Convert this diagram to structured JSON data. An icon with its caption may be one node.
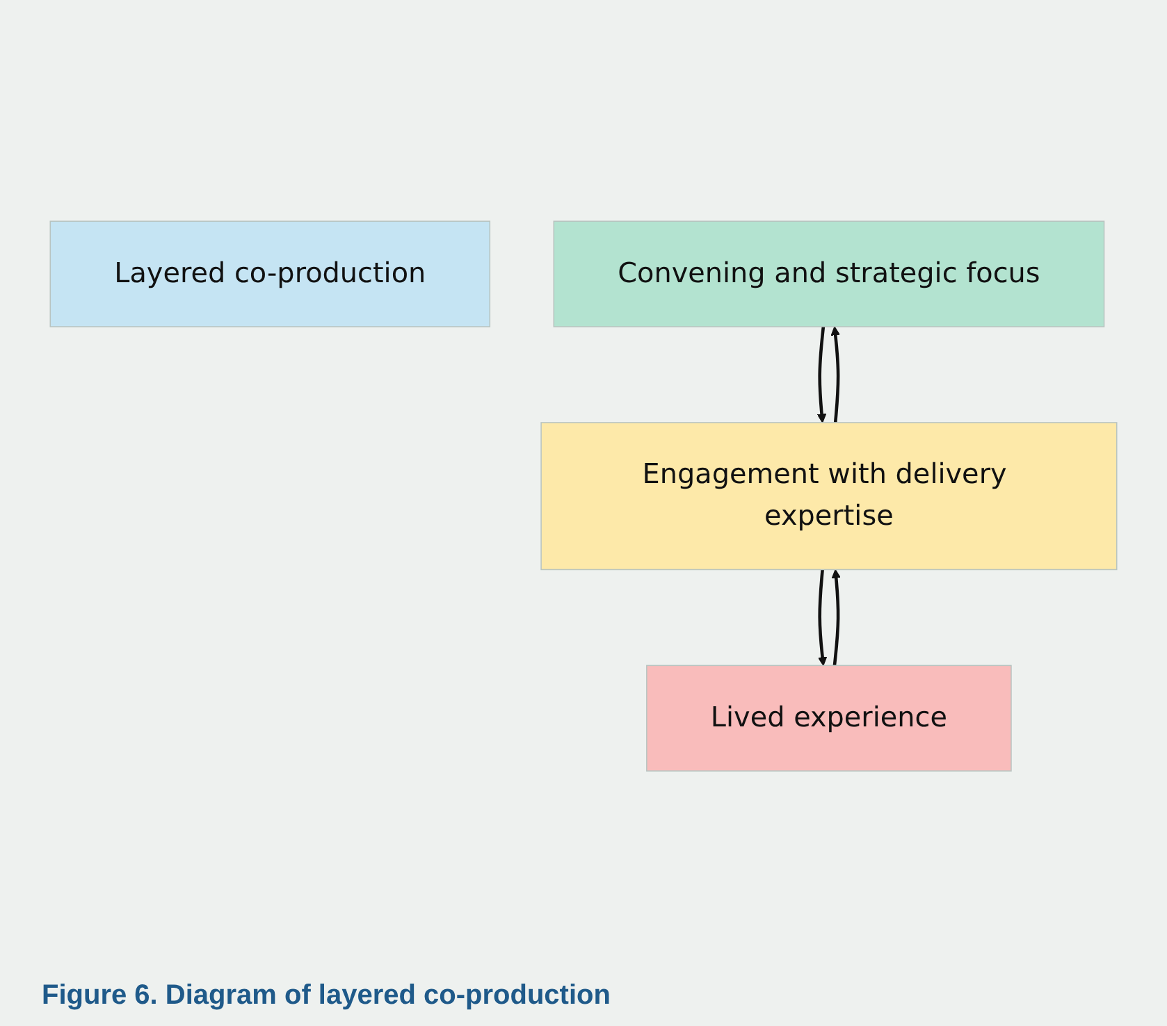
{
  "diagram": {
    "caption": "Figure 6. Diagram of layered co-production",
    "nodes": [
      {
        "text": [
          "Layered co-production"
        ]
      },
      {
        "text": [
          "Convening and strategic focus"
        ]
      },
      {
        "text": [
          "Engagement with delivery expertise"
        ]
      },
      {
        "text": [
          "Lived experience"
        ]
      }
    ],
    "edges": [
      {
        "from": 1,
        "to": 2,
        "arrow": "to"
      },
      {
        "from": 2,
        "to": 1,
        "arrow": "to"
      },
      {
        "from": 2,
        "to": 3,
        "arrow": "to"
      },
      {
        "from": 3,
        "to": 2,
        "arrow": "to"
      }
    ]
  }
}
